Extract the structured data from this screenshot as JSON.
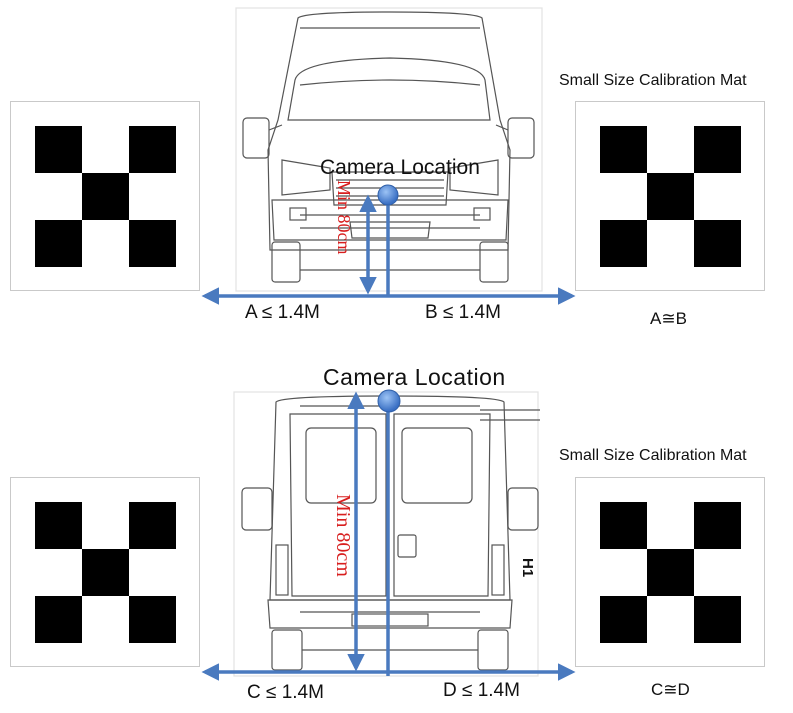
{
  "top_panel": {
    "mat_title": "Small Size Calibration Mat",
    "camera_label": "Camera Location",
    "height_label": "Min 80cm",
    "left_distance": "A ≤ 1.4M",
    "right_distance": "B ≤ 1.4M",
    "equality_note": "A≅B"
  },
  "bottom_panel": {
    "mat_title": "Small Size Calibration Mat",
    "camera_label": "Camera Location",
    "height_label": "Min 80cm",
    "left_distance": "C ≤ 1.4M",
    "right_distance": "D ≤ 1.4M",
    "equality_note": "C≅D",
    "vehicle_marking": "H1"
  },
  "colors": {
    "arrow": "#4a7abf",
    "camera_dot": "#4f86d6",
    "height_label": "#d81e1e",
    "mat_square": "#000000"
  }
}
